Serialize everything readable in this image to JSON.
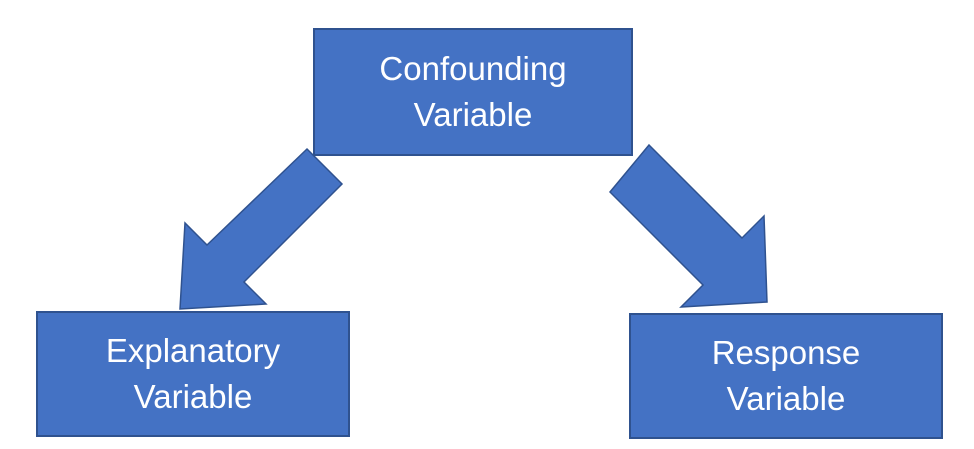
{
  "colors": {
    "box_fill": "#4472C4",
    "box_border": "#2F528F",
    "arrow_fill": "#4472C4",
    "text": "#FFFFFF"
  },
  "nodes": {
    "confounding": {
      "line1": "Confounding",
      "line2": "Variable"
    },
    "explanatory": {
      "line1": "Explanatory",
      "line2": "Variable"
    },
    "response": {
      "line1": "Response",
      "line2": "Variable"
    }
  },
  "edges": [
    {
      "from": "confounding",
      "to": "explanatory"
    },
    {
      "from": "confounding",
      "to": "response"
    }
  ]
}
